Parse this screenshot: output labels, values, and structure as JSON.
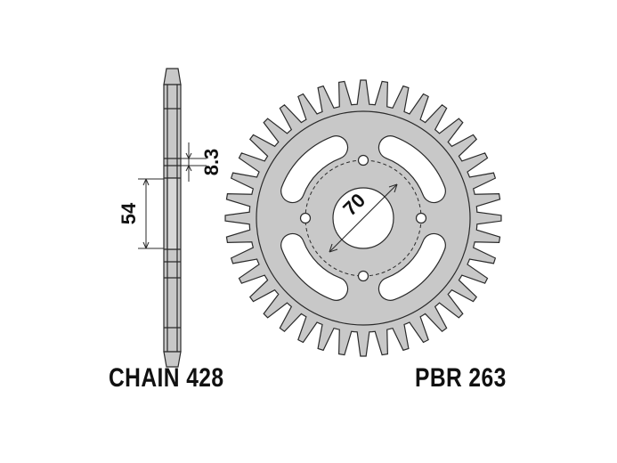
{
  "dimensions": {
    "hub_offset": "8.3",
    "hub_width": "54",
    "bolt_circle": "70"
  },
  "labels": {
    "chain": "CHAIN 428",
    "part_number": "PBR 263"
  },
  "sprocket": {
    "teeth": 40,
    "bolt_holes": 4,
    "lightening_slots": 4
  },
  "colors": {
    "fill": "#c8c8c8",
    "stroke": "#2a2a2a",
    "text": "#111111"
  }
}
